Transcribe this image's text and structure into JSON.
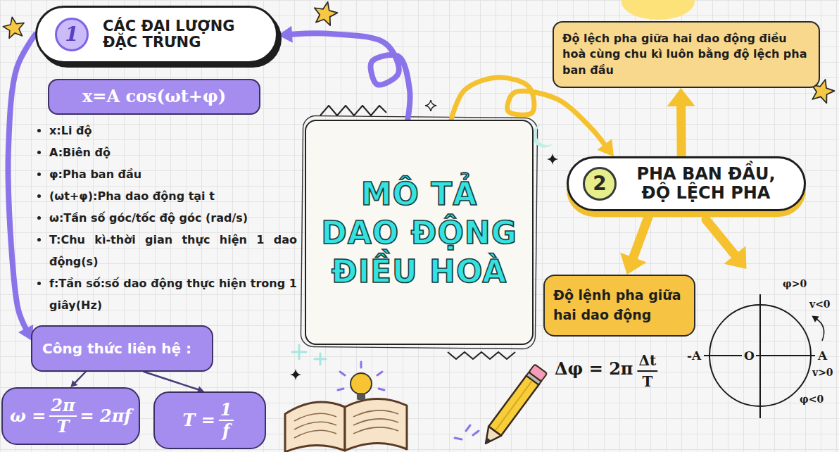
{
  "diagram": {
    "nodes": [
      {
        "text": [
          "CÁC ĐẠI LƯỢNG ĐẶC TRƯNG"
        ]
      },
      {
        "text": [
          "1"
        ],
        "in": 0
      },
      {
        "text": [
          "x=A cos(ωt+φ)"
        ]
      },
      {
        "text": [
          "Công thức liên hệ :"
        ]
      },
      {
        "text": [
          "ω =",
          "2π",
          "T",
          "= 2πf"
        ]
      },
      {
        "text": [
          "T =",
          "1",
          "f"
        ]
      },
      {
        "text": [
          "MÔ TẢ DAO ĐỘNG ĐIỀU HOÀ"
        ]
      },
      {
        "text": [
          "Độ lệch pha giữa hai dao động điều hoà cùng chu kì luôn bằng độ lệch pha ban đầu"
        ]
      },
      {
        "text": [
          "PHA BAN ĐẦU, ĐỘ LỆCH PHA"
        ]
      },
      {
        "text": [
          "2"
        ],
        "in": 8
      },
      {
        "text": [
          "Độ lệnh pha giữa hai dao động"
        ]
      }
    ],
    "edges": [
      {
        "from": 6,
        "to": 0,
        "arrow": "to"
      },
      {
        "from": 0,
        "to": 3,
        "arrow": "to"
      },
      {
        "from": 3,
        "to": 4,
        "arrow": "to"
      },
      {
        "from": 3,
        "to": 5,
        "arrow": "to"
      },
      {
        "from": 6,
        "to": 8,
        "arrow": "to"
      },
      {
        "from": 8,
        "to": 7,
        "arrow": "to"
      },
      {
        "from": 8,
        "to": 10,
        "arrow": "to"
      }
    ],
    "labels": [
      "x:Li độ",
      "A:Biên độ",
      "φ:Pha ban đầu",
      "(ωt+φ):Pha dao động tại t",
      "ω:Tần số góc/tốc độ góc (rad/s)",
      "T:Chu kì-thời gian thực hiện 1 dao động(s)",
      "f:Tần số:số dao động thực hiện trong 1 giây(Hz)",
      "Δφ = 2π",
      "Δt",
      "T",
      "φ>0",
      "v<0",
      "-A",
      "O",
      "A",
      "v>0",
      "φ<0"
    ]
  }
}
